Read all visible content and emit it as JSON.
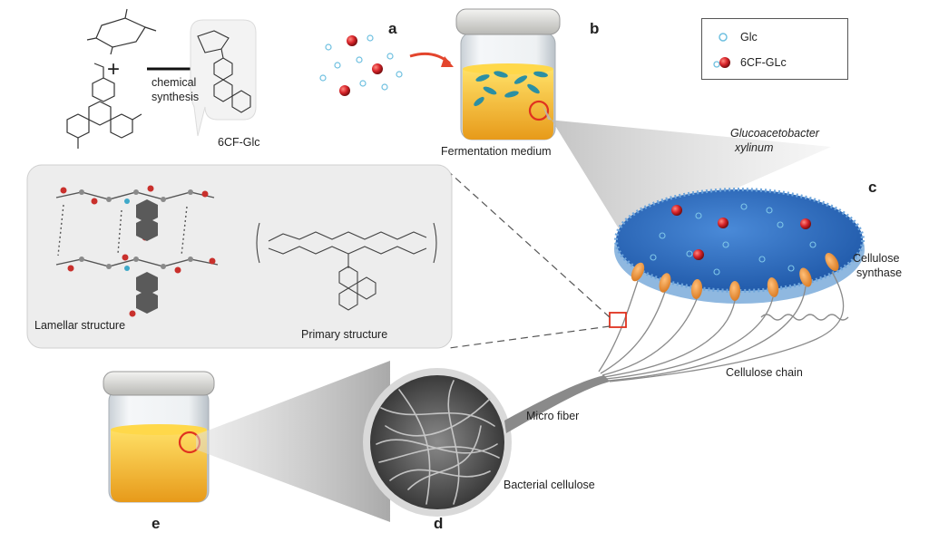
{
  "panels": {
    "a": "a",
    "b": "b",
    "c": "c",
    "d": "d",
    "e": "e"
  },
  "synthesis": {
    "arrow_label_line1": "chemical",
    "arrow_label_line2": "synthesis",
    "product": "6CF-Glc"
  },
  "jar_top": {
    "caption": "Fermentation medium"
  },
  "organism": {
    "line1": "Glucoacetobacter",
    "line2": "xylinum"
  },
  "cell": {
    "enzyme_line1": "Cellulose",
    "enzyme_line2": "synthase",
    "chain": "Cellulose chain"
  },
  "structures": {
    "lamellar": "Lamellar structure",
    "primary": "Primary structure"
  },
  "fiber": {
    "micro": "Micro fiber",
    "bacterial": "Bacterial cellulose"
  },
  "legend": {
    "items": [
      {
        "label": "Glc",
        "symbol": "open-blue-circle"
      },
      {
        "label": "6CF-GLc",
        "symbol": "red-sphere-with-open-circle"
      }
    ]
  },
  "colors": {
    "medium_yellow": "#f2b42a",
    "cell_blue": "#2f73c8",
    "synthase_orange": "#e8943a",
    "glc_blue": "#6fc0e0",
    "marker_red": "#d8242a"
  }
}
